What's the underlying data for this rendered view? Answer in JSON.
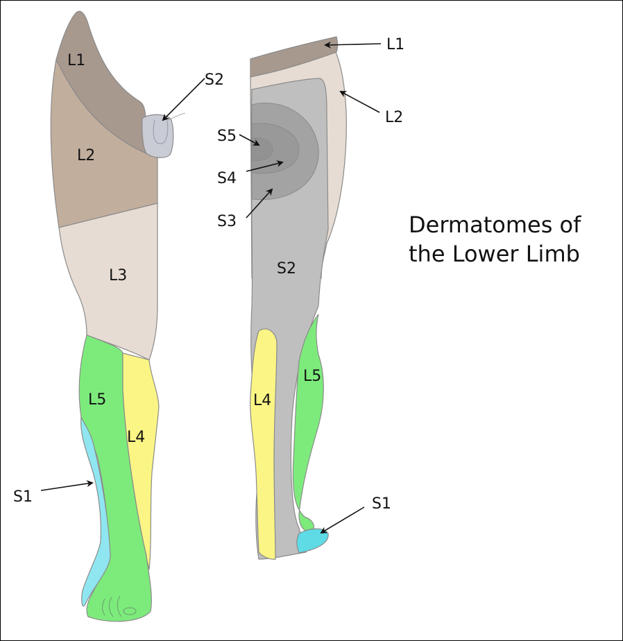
{
  "title": {
    "line1": "Dermatomes of",
    "line2": "the Lower Limb"
  },
  "colors": {
    "L1": "#a8998f",
    "L2": "#c2ae9d",
    "L3": "#e6dcd3",
    "L4": "#fbf585",
    "L5": "#7deb7c",
    "S1": "#8fe6f0",
    "S2": "#bfbfbf",
    "S3": "#a3a3a3",
    "S4": "#999999",
    "S5": "#929292",
    "outline": "#8a8a8a"
  },
  "anterior_view": {
    "labels": {
      "L1": "L1",
      "L2": "L2",
      "L3": "L3",
      "L4": "L4",
      "L5": "L5",
      "S1": "S1",
      "S2": "S2"
    }
  },
  "posterior_view": {
    "labels": {
      "L1": "L1",
      "L2": "L2",
      "L4": "L4",
      "L5": "L5",
      "S1": "S1",
      "S2": "S2",
      "S3": "S3",
      "S4": "S4",
      "S5": "S5"
    }
  }
}
